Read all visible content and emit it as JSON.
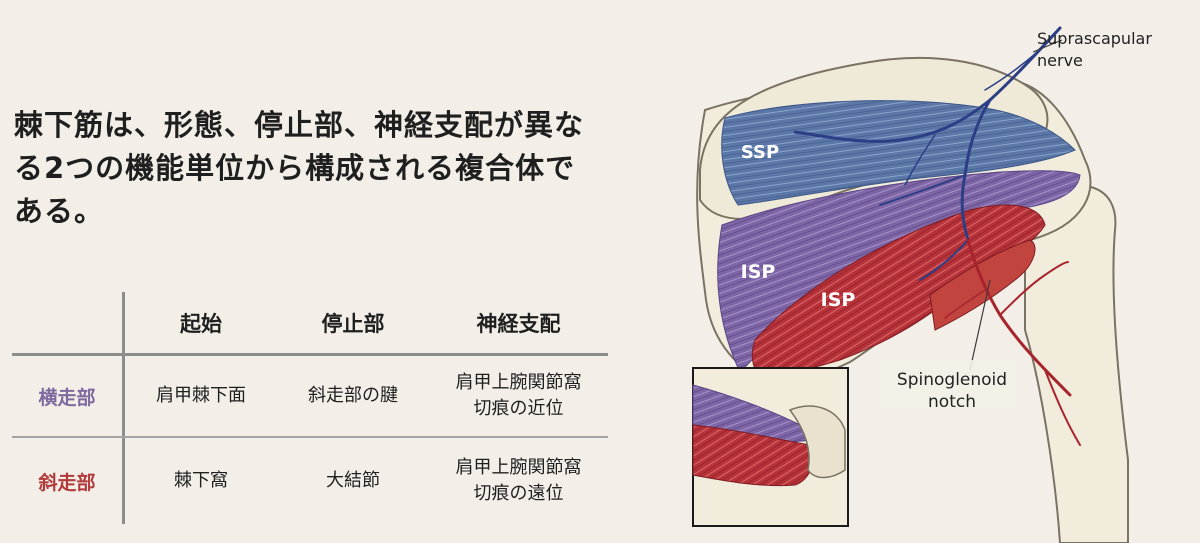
{
  "headline": "棘下筋は、形態、停止部、神経支配が異なる2つの機能単位から構成される複合体である。",
  "table": {
    "headers": [
      "起始",
      "停止部",
      "神経支配"
    ],
    "rows": [
      {
        "label": "横走部",
        "label_color": "#7e6a9e",
        "cells": [
          "肩甲棘下面",
          "斜走部の腱",
          "肩甲上腕関節窩\n切痕の近位"
        ]
      },
      {
        "label": "斜走部",
        "label_color": "#b23a3a",
        "cells": [
          "棘下窩",
          "大結節",
          "肩甲上腕関節窩\n切痕の遠位"
        ]
      }
    ]
  },
  "illustration": {
    "label_ssp": "SSP",
    "label_isp_upper": "ISP",
    "label_isp_lower": "ISP",
    "callout_nerve_line1": "Suprascapular",
    "callout_nerve_line2": "nerve",
    "callout_notch_line1": "Spinoglenoid",
    "callout_notch_line2": "notch"
  },
  "colors": {
    "background": "#f3efe8",
    "ssp_muscle": "#5a77a8",
    "isp_transverse": "#7d65a6",
    "isp_oblique": "#b8323a",
    "nerve": "#2c3f86",
    "artery": "#a8242c",
    "bone": "#f1ecdc"
  }
}
